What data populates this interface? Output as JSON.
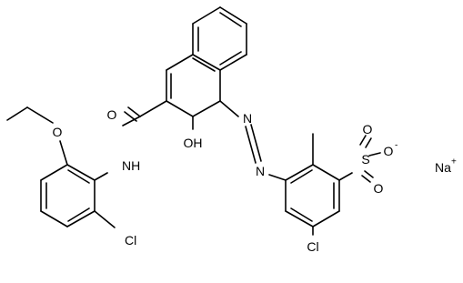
{
  "molecule": {
    "atom_labels": {
      "carbonyl_O": "O",
      "amide_N": "NH",
      "ether_O": "O",
      "aryl_Cl_left": "Cl",
      "hydroxyl": "OH",
      "azo_N1": "N",
      "azo_N2": "N",
      "sulfur": "S",
      "sulfonyl_O_top": "O",
      "sulfonyl_O_bottom": "O",
      "sulfonate_O": "O",
      "sulfonate_charge": "-",
      "aryl_Cl_right": "Cl",
      "counterion": "Na",
      "counterion_charge": "+"
    }
  }
}
